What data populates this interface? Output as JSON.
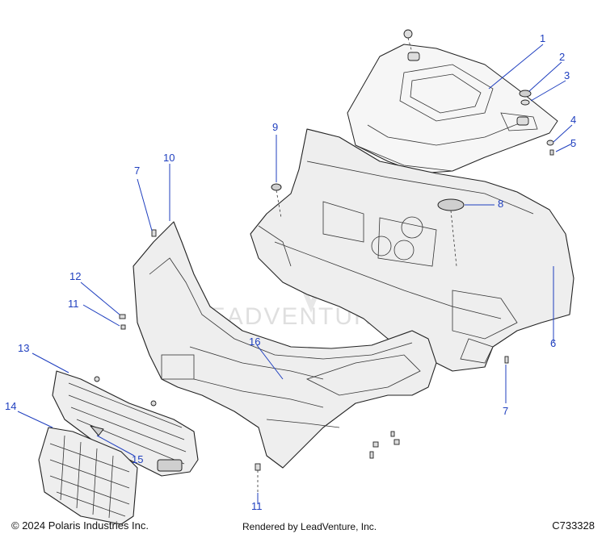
{
  "diagram": {
    "callouts": [
      "1",
      "2",
      "3",
      "4",
      "5",
      "6",
      "7",
      "7",
      "8",
      "9",
      "10",
      "11",
      "11",
      "12",
      "13",
      "14",
      "15",
      "16"
    ],
    "watermark": "LEADVENTURE"
  },
  "footer": {
    "copyright": "© 2024 Polaris Industries Inc.",
    "rendered_by": "Rendered by LeadVenture, Inc.",
    "diagram_id": "C733328"
  },
  "colors": {
    "callout": "#1f3fbf",
    "line_art": "#222222",
    "part_fill": "#eeeeee"
  }
}
